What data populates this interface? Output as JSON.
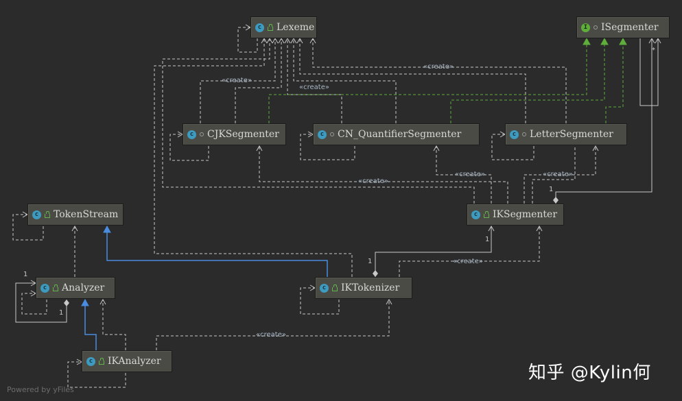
{
  "classes": {
    "lexeme": "Lexeme",
    "isegmenter": "ISegmenter",
    "cjk_segmenter": "CJKSegmenter",
    "cn_quantifier_segmenter": "CN_QuantifierSegmenter",
    "letter_segmenter": "LetterSegmenter",
    "ik_segmenter": "IKSegmenter",
    "token_stream": "TokenStream",
    "analyzer": "Analyzer",
    "ik_tokenizer": "IKTokenizer",
    "ik_analyzer": "IKAnalyzer"
  },
  "kind_badges": {
    "class": "c",
    "interface": "I"
  },
  "stereotype": "«create»",
  "multiplicities": {
    "one": "1",
    "many": "*"
  },
  "watermark": "知乎 @Kylin何",
  "powered_by": "Powered by yFiles",
  "colors": {
    "background": "#2b2b2b",
    "node_fill": "#4b4b45",
    "dependency_line": "#c8c8c8",
    "realization_line": "#5fae3c",
    "generalization_line": "#4a8ce0"
  }
}
